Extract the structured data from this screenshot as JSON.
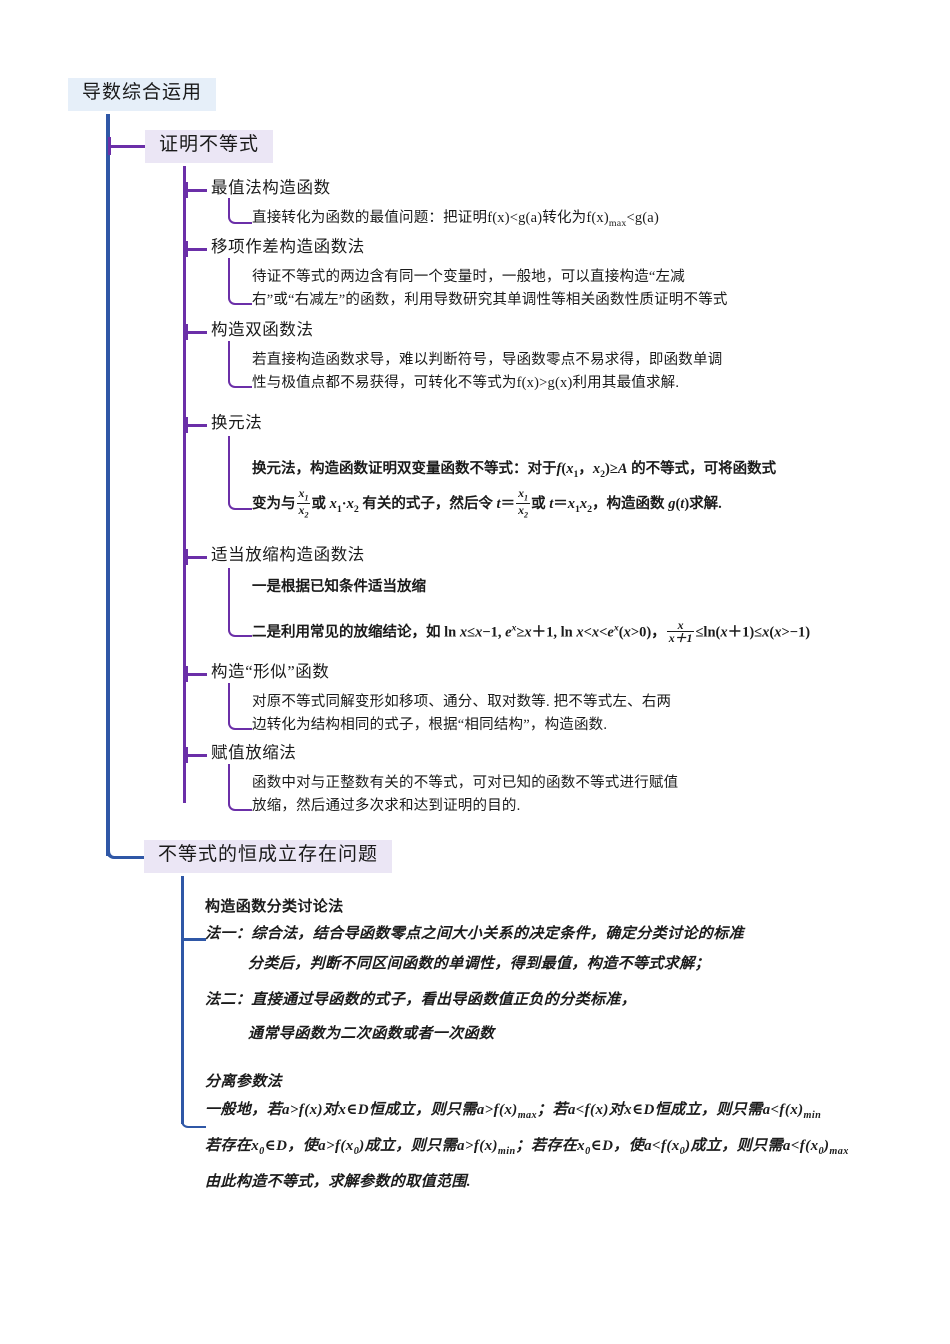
{
  "root": {
    "label": "导数综合运用"
  },
  "branches": [
    {
      "label": "证明不等式",
      "children": [
        {
          "label": "最值法构造函数",
          "lines": [
            "直接转化为函数的最值问题：把证明f(x)<g(a)转化为f(x)max<g(a)"
          ]
        },
        {
          "label": "移项作差构造函数法",
          "lines": [
            "待证不等式的两边含有同一个变量时，一般地，可以直接构造“左减",
            "右”或“右减左”的函数，利用导数研究其单调性等相关函数性质证明不等式"
          ]
        },
        {
          "label": "构造双函数法",
          "lines": [
            "若直接构造函数求导，难以判断符号，导函数零点不易求得，即函数单调",
            "性与极值点都不易获得，可转化不等式为f(x)>g(x)利用其最值求解."
          ]
        },
        {
          "label": "换元法",
          "lines": [
            "换元法，构造函数证明双变量函数不等式：对于f(x1，x2)≥A 的不等式，可将函数式",
            "变为与 x1/x2 或 x1·x2 有关的式子，然后令 t＝x1/x2 或 t＝x1x2，构造函数 g(t)求解."
          ]
        },
        {
          "label": "适当放缩构造函数法",
          "lines": [
            "一是根据已知条件适当放缩",
            "二是利用常见的放缩结论，如 ln x≤x−1, ex≥x+1, ln x<x<ex(x>0), x/(x+1)≤ln(x+1)≤x(x>−1)"
          ]
        },
        {
          "label": "构造“形似”函数",
          "lines": [
            "对原不等式同解变形如移项、通分、取对数等. 把不等式左、右两",
            "边转化为结构相同的式子，根据“相同结构”，构造函数."
          ]
        },
        {
          "label": "赋值放缩法",
          "lines": [
            "函数中对与正整数有关的不等式，可对已知的函数不等式进行赋值",
            "放缩，然后通过多次求和达到证明的目的."
          ]
        }
      ]
    },
    {
      "label": "不等式的恒成立存在问题",
      "blocks": [
        {
          "title": "构造函数分类讨论法",
          "lines": [
            "法一：综合法，结合导函数零点之间大小关系的决定条件，确定分类讨论的标准",
            "分类后，判断不同区间函数的单调性，得到最值，构造不等式求解；",
            "法二：直接通过导函数的式子，看出导函数值正负的分类标准，",
            "通常导函数为二次函数或者一次函数"
          ]
        },
        {
          "title": "分离参数法",
          "lines": [
            "一般地，若a>f(x)对x∈D恒成立，则只需a>f(x)max；若a<f(x)对x∈D恒成立，则只需a<f(x)min",
            "若存在x0∈D，使a>f(x0)成立，则只需a>f(x)min；若存在x0∈D，使a<f(x0)成立，则只需a<f(x0)max",
            "由此构造不等式，求解参数的取值范围."
          ]
        }
      ]
    }
  ],
  "colors": {
    "root_bg": "#e6eff9",
    "branch_bg": "#ebe6f5",
    "trunk_line": "#2f57a6",
    "branch_line": "#6b2fa8",
    "text": "#1a1a1a",
    "page_bg": "#ffffff"
  }
}
